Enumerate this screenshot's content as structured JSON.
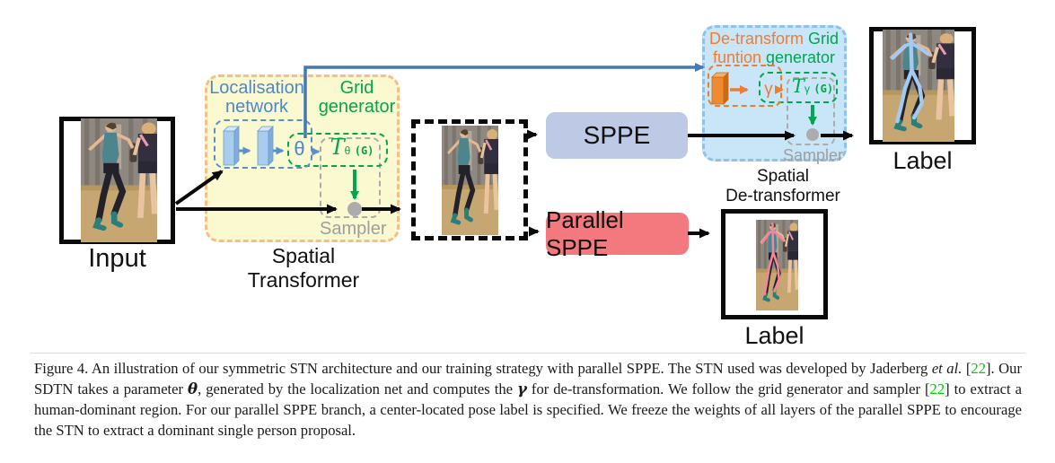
{
  "figure": {
    "input_label": "Input",
    "spatial_transformer": {
      "localisation_line1": "Localisation",
      "localisation_line2": "network",
      "grid_line1": "Grid",
      "grid_line2": "generator",
      "theta": "θ",
      "transform_T": "T",
      "transform_sub": "θ",
      "transform_arg": "(G)",
      "sampler_label": "Sampler",
      "name_line1": "Spatial",
      "name_line2": "Transformer"
    },
    "sppe_label": "SPPE",
    "parallel_sppe_label": "Parallel SPPE",
    "spatial_detransformer": {
      "detransform_line1": "De-transform",
      "detransform_line2": "funtion",
      "grid_line1": "Grid",
      "grid_line2": "generator",
      "gamma": "γ",
      "transform_T": "T",
      "transform_sub": "γ",
      "transform_arg": "(G)",
      "sampler_label": "Sampler",
      "name_line1": "Spatial",
      "name_line2": "De-transformer"
    },
    "label_top": "Label",
    "label_bottom": "Label"
  },
  "caption": {
    "segments": [
      {
        "text": "Figure 4. An illustration of our symmetric STN architecture and our training strategy with parallel SPPE. The STN used was developed by Jaderberg ",
        "style": "seg-normal"
      },
      {
        "text": "et al.",
        "style": "seg-italic"
      },
      {
        "text": " [",
        "style": "seg-normal"
      },
      {
        "text": "22",
        "style": "seg-cite"
      },
      {
        "text": "]. Our SDTN takes a parameter ",
        "style": "seg-normal"
      },
      {
        "text": "θ",
        "style": "seg-math"
      },
      {
        "text": ", generated by the localization net and computes the ",
        "style": "seg-normal"
      },
      {
        "text": "γ",
        "style": "seg-math"
      },
      {
        "text": " for de-transformation. We follow the grid generator and sampler [",
        "style": "seg-normal"
      },
      {
        "text": "22",
        "style": "seg-cite"
      },
      {
        "text": "] to extract a human-dominant region. For our parallel SPPE branch, a center-located pose label is specified. We freeze the weights of all layers of the parallel SPPE to encourage the STN to extract a dominant single person proposal.",
        "style": "seg-normal"
      }
    ]
  },
  "colors": {
    "spatial_transformer_fill": "#fbf9cf",
    "spatial_transformer_border": "#f5be8c",
    "detransformer_fill": "#c9e6f8",
    "detransformer_border": "#90c0ec",
    "sppe_fill": "#bdc9e5",
    "parallel_sppe_fill": "#f4797e",
    "localisation_blue": "#4e87c8",
    "grid_green": "#00a650",
    "detransform_orange": "#ed7d31",
    "sampler_gray": "#9e9e9e",
    "route_blue": "#4579b4",
    "citation_green": "#00cc00",
    "skeleton_blue": "#a4cbef",
    "skeleton_pink": "#f8849b"
  }
}
